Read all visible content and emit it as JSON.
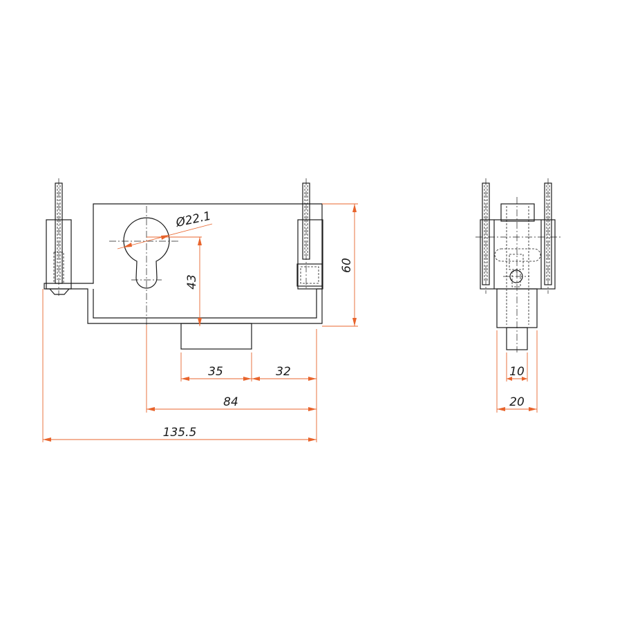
{
  "colors": {
    "outline": "#1a1a1a",
    "dimension": "#e8642c",
    "background": "#ffffff"
  },
  "dimensions": {
    "diameter": "Ø22.1",
    "height_60": "60",
    "center_43": "43",
    "width_35": "35",
    "width_32": "32",
    "length_84": "84",
    "length_135_5": "135.5",
    "shaft_10": "10",
    "body_20": "20"
  }
}
